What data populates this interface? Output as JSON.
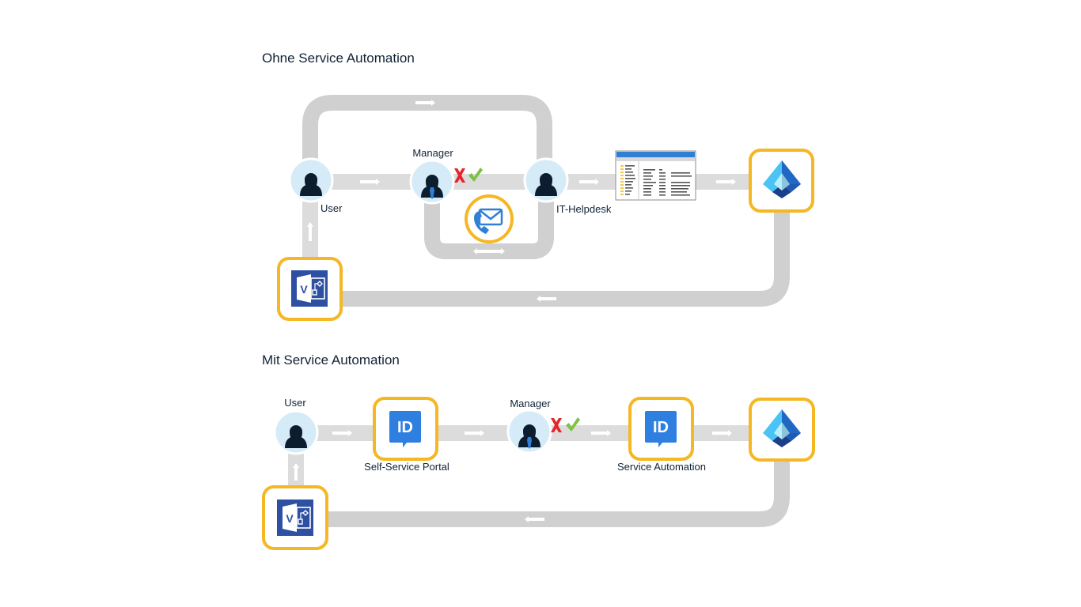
{
  "sections": {
    "without": {
      "title": "Ohne Service Automation",
      "nodes": {
        "user": {
          "label": "User",
          "icon": "user-icon"
        },
        "manager": {
          "label": "Manager",
          "icon": "manager-icon",
          "decision": [
            "reject-icon",
            "approve-icon"
          ]
        },
        "helpdesk": {
          "label": "IT-Helpdesk",
          "icon": "user-icon"
        },
        "contact": {
          "icon": "phone-mail-icon"
        },
        "admin_console": {
          "icon": "admin-console-window-icon"
        },
        "entra": {
          "icon": "entra-id-icon"
        },
        "visio": {
          "icon": "visio-icon",
          "letter": "V"
        }
      }
    },
    "with": {
      "title": "Mit Service Automation",
      "nodes": {
        "user": {
          "label": "User",
          "icon": "user-icon"
        },
        "portal": {
          "label": "Self-Service Portal",
          "icon": "id-badge-icon",
          "text": "ID"
        },
        "manager": {
          "label": "Manager",
          "icon": "manager-icon",
          "decision": [
            "reject-icon",
            "approve-icon"
          ]
        },
        "automation": {
          "label": "Service Automation",
          "icon": "id-badge-icon",
          "text": "ID"
        },
        "entra": {
          "icon": "entra-id-icon"
        },
        "visio": {
          "icon": "visio-icon",
          "letter": "V"
        }
      }
    }
  },
  "colors": {
    "accent_border": "#f5b724",
    "track": "#d0d0d0",
    "avatar_bg": "#d6ebf8",
    "person": "#0b1d2e",
    "tie": "#2f7fd6",
    "reject": "#e4262c",
    "approve": "#7dc242",
    "id_blue": "#2f7fe0",
    "visio_blue": "#2e50a3",
    "title_text": "#0f2336"
  }
}
